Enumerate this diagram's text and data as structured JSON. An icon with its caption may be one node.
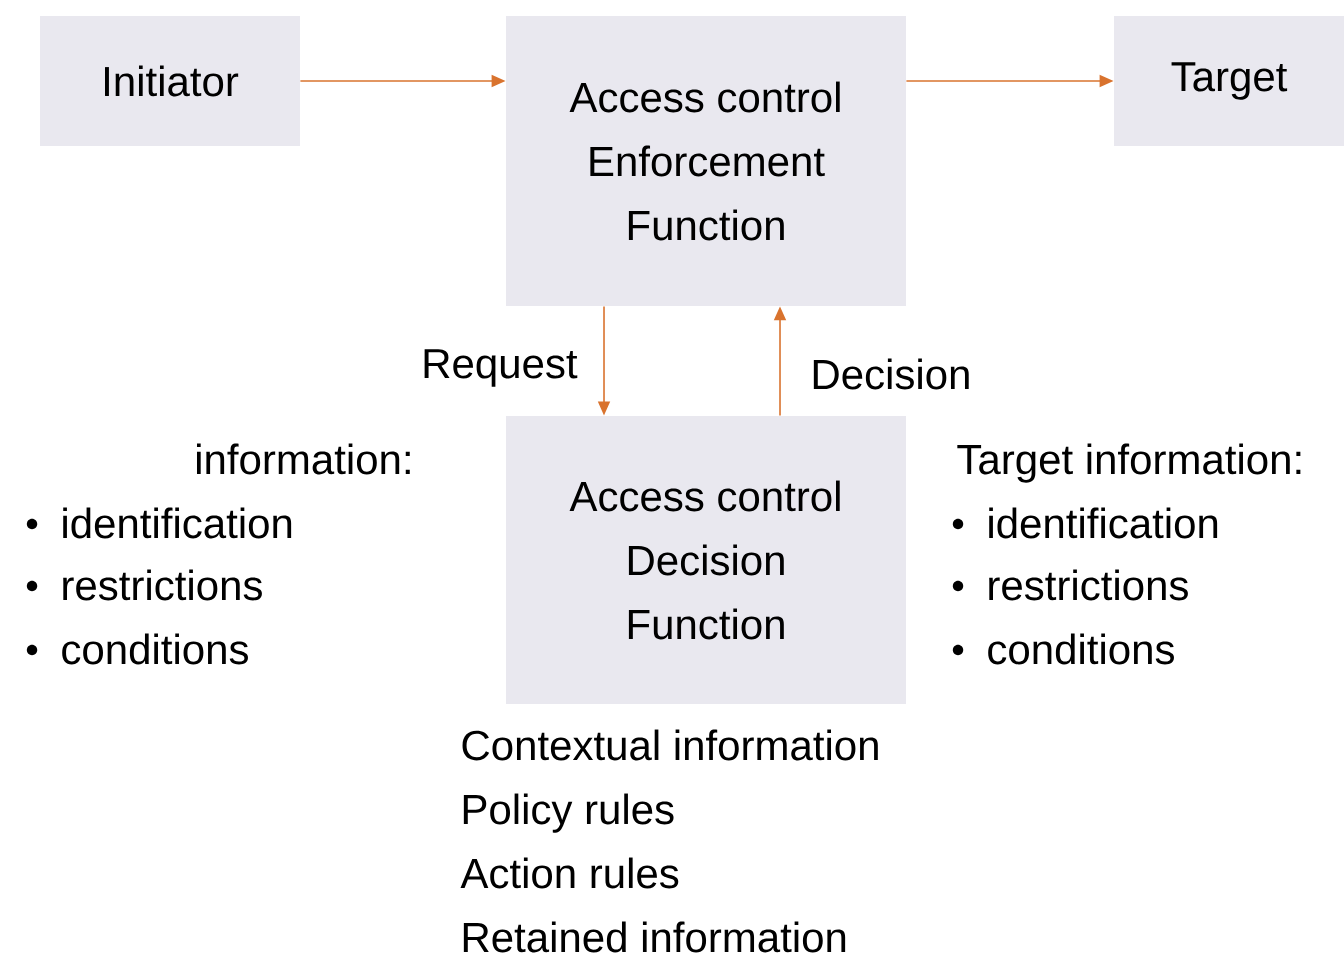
{
  "diagram": {
    "nodes": [
      {
        "text": [
          "Initiator"
        ]
      },
      {
        "text": [
          "Access control Enforcement Function"
        ]
      },
      {
        "text": [
          "Target"
        ]
      },
      {
        "text": [
          "Access control Decision Function"
        ]
      }
    ],
    "edges": [
      {
        "from": 0,
        "to": 1,
        "arrow": "to"
      },
      {
        "from": 1,
        "to": 2,
        "arrow": "to"
      },
      {
        "from": 1,
        "to": 3,
        "arrow": "to",
        "label": "Request"
      },
      {
        "from": 3,
        "to": 1,
        "arrow": "to",
        "label": "Decision"
      }
    ],
    "labels": [
      "information:",
      "identification",
      "restrictions",
      "conditions",
      "Target information:",
      "identification",
      "restrictions",
      "conditions",
      "Contextual information",
      "Policy rules",
      "Action rules",
      "Retained information"
    ]
  }
}
